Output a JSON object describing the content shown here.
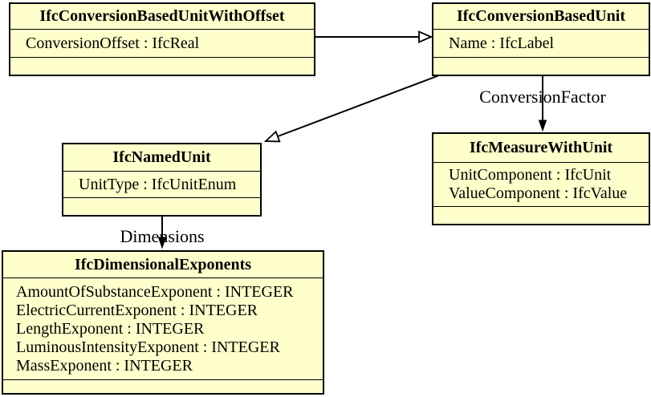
{
  "diagram": {
    "colors": {
      "box_fill": "#FFFFCC",
      "box_border": "#000000",
      "background": "#FFFFFF",
      "text": "#000000"
    },
    "classes": [
      {
        "name": "IfcConversionBasedUnitWithOffset",
        "attributes": [
          "ConversionOffset : IfcReal"
        ]
      },
      {
        "name": "IfcConversionBasedUnit",
        "attributes": [
          "Name : IfcLabel"
        ]
      },
      {
        "name": "IfcNamedUnit",
        "attributes": [
          "UnitType : IfcUnitEnum"
        ]
      },
      {
        "name": "IfcMeasureWithUnit",
        "attributes": [
          "UnitComponent : IfcUnit",
          "ValueComponent : IfcValue"
        ]
      },
      {
        "name": "IfcDimensionalExponents",
        "attributes": [
          "AmountOfSubstanceExponent : INTEGER",
          "ElectricCurrentExponent : INTEGER",
          "LengthExponent : INTEGER",
          "LuminousIntensityExponent : INTEGER",
          "MassExponent : INTEGER"
        ]
      }
    ],
    "relationships": [
      {
        "type": "generalization",
        "from": "IfcConversionBasedUnitWithOffset",
        "to": "IfcConversionBasedUnit",
        "label": ""
      },
      {
        "type": "generalization",
        "from": "IfcConversionBasedUnit",
        "to": "IfcNamedUnit",
        "label": ""
      },
      {
        "type": "association",
        "from": "IfcConversionBasedUnit",
        "to": "IfcMeasureWithUnit",
        "label": "ConversionFactor"
      },
      {
        "type": "association",
        "from": "IfcNamedUnit",
        "to": "IfcDimensionalExponents",
        "label": "Dimensions"
      }
    ]
  }
}
